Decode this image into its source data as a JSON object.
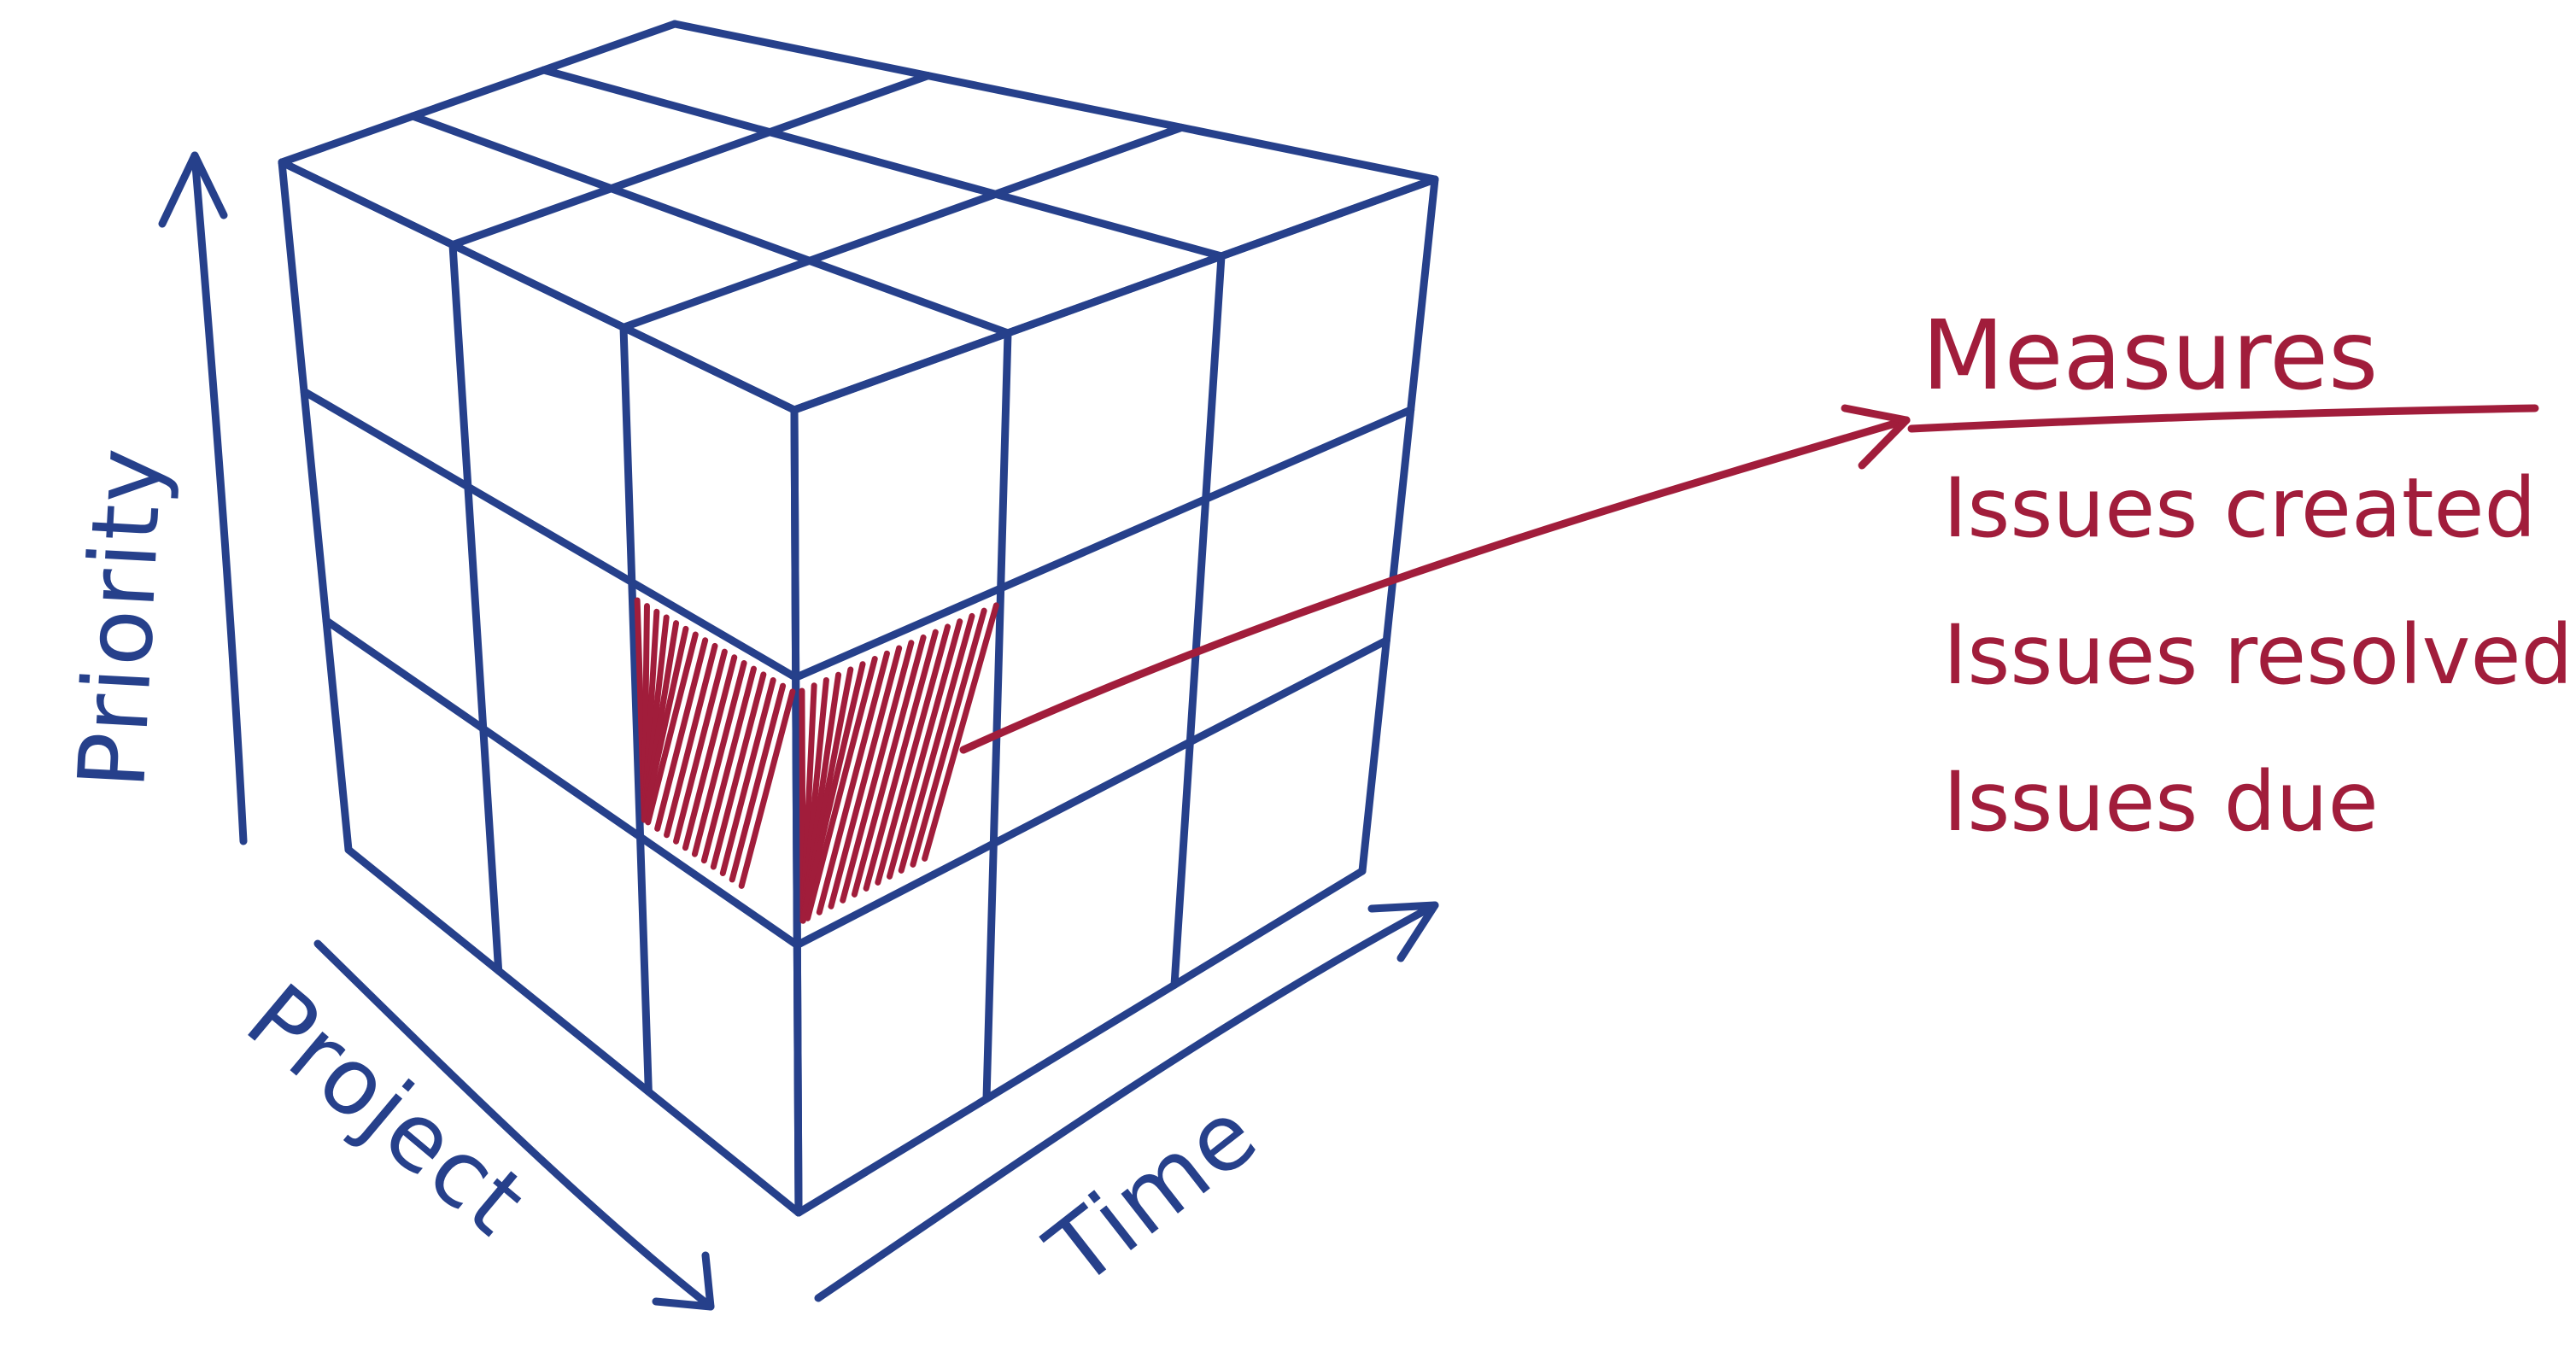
{
  "axes": {
    "vertical_label": "Priority",
    "left_label": "Project",
    "right_label": "Time"
  },
  "measures": {
    "title": "Measures",
    "items": [
      "Issues created",
      "Issues resolved",
      "Issues due"
    ]
  },
  "colors": {
    "cube": "#26408b",
    "accent": "#a11d3b"
  },
  "cube": {
    "divisions": 3
  }
}
